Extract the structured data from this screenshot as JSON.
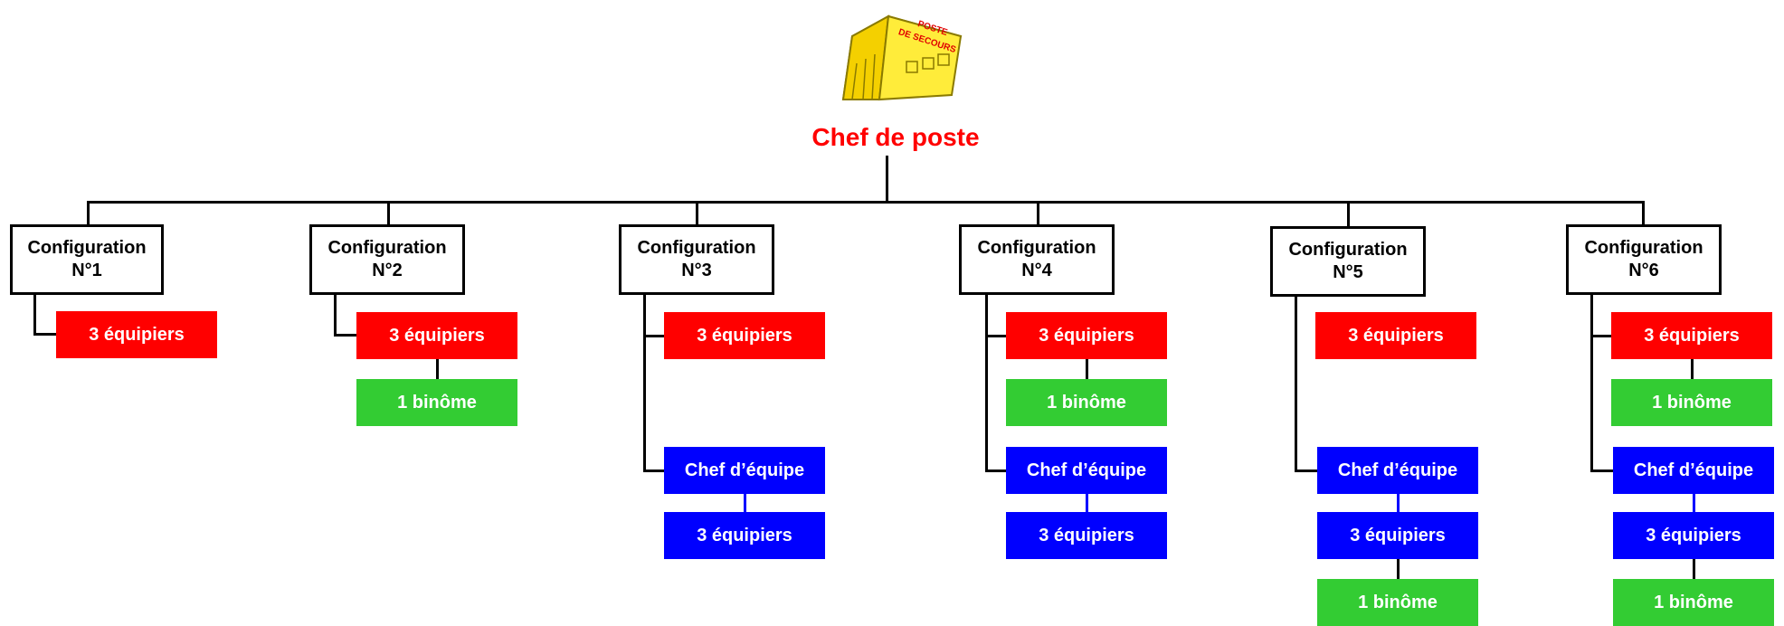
{
  "diagram": {
    "root": {
      "label": "Chef de poste",
      "icon": "first-aid-tent-icon",
      "tent_sign": [
        "POSTE",
        "DE SECOURS"
      ]
    },
    "configurations": [
      {
        "title": "Configuration",
        "number": "N°1",
        "items": [
          {
            "label": "3 équipiers",
            "color": "#ff0000"
          }
        ]
      },
      {
        "title": "Configuration",
        "number": "N°2",
        "items": [
          {
            "label": "3 équipiers",
            "color": "#ff0000"
          },
          {
            "label": "1 binôme",
            "color": "#33cc33"
          }
        ]
      },
      {
        "title": "Configuration",
        "number": "N°3",
        "items": [
          {
            "label": "3 équipiers",
            "color": "#ff0000"
          },
          {
            "label": "Chef d’équipe",
            "color": "#0000ff"
          },
          {
            "label": "3 équipiers",
            "color": "#0000ff"
          }
        ]
      },
      {
        "title": "Configuration",
        "number": "N°4",
        "items": [
          {
            "label": "3 équipiers",
            "color": "#ff0000"
          },
          {
            "label": "1 binôme",
            "color": "#33cc33"
          },
          {
            "label": "Chef d’équipe",
            "color": "#0000ff"
          },
          {
            "label": "3 équipiers",
            "color": "#0000ff"
          }
        ]
      },
      {
        "title": "Configuration",
        "number": "N°5",
        "items": [
          {
            "label": "3 équipiers",
            "color": "#ff0000"
          },
          {
            "label": "Chef d’équipe",
            "color": "#0000ff"
          },
          {
            "label": "3 équipiers",
            "color": "#0000ff"
          },
          {
            "label": "1 binôme",
            "color": "#33cc33"
          }
        ]
      },
      {
        "title": "Configuration",
        "number": "N°6",
        "items": [
          {
            "label": "3 équipiers",
            "color": "#ff0000"
          },
          {
            "label": "1 binôme",
            "color": "#33cc33"
          },
          {
            "label": "Chef d’équipe",
            "color": "#0000ff"
          },
          {
            "label": "3 équipiers",
            "color": "#0000ff"
          },
          {
            "label": "1 binôme",
            "color": "#33cc33"
          }
        ]
      }
    ]
  }
}
